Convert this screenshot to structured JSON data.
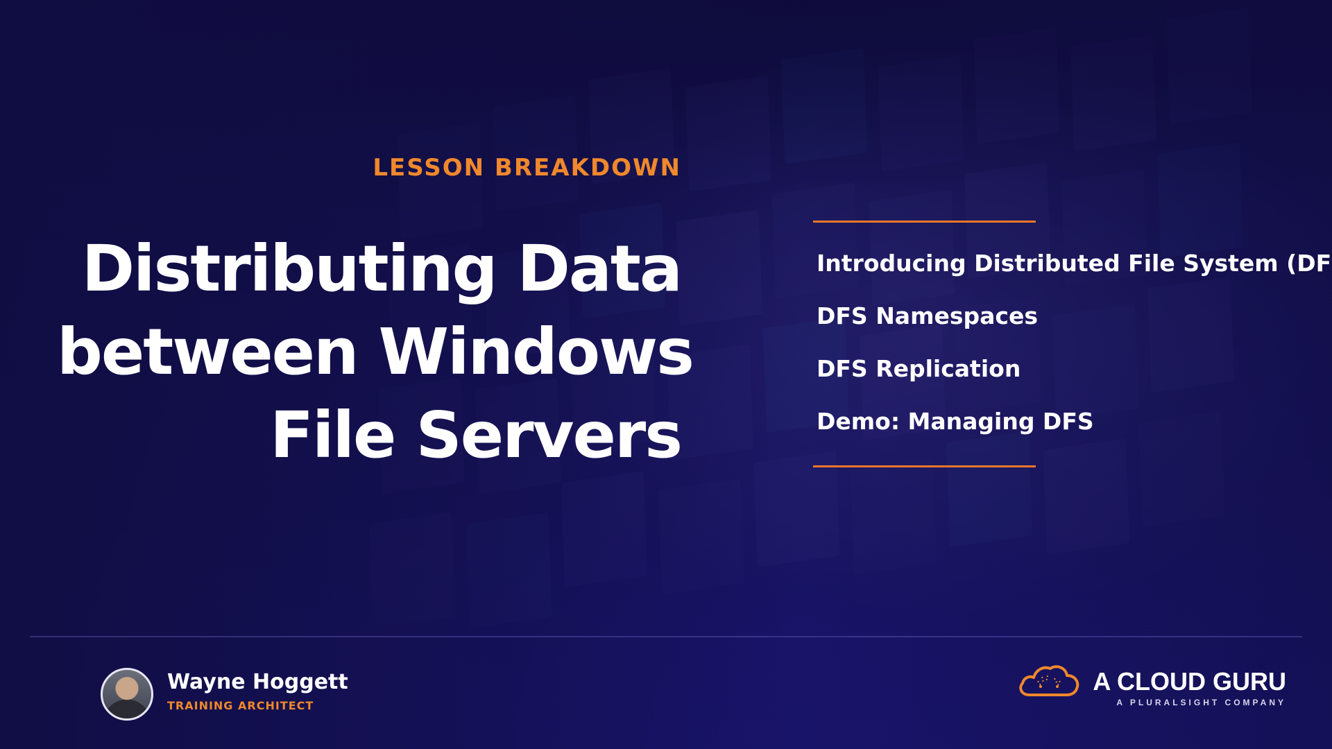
{
  "lesson": {
    "eyebrow": "LESSON BREAKDOWN",
    "title_lines": [
      "Distributing Data",
      "between Windows",
      "File Servers"
    ]
  },
  "topics": [
    "Introducing Distributed File System (DFS)",
    "DFS Namespaces",
    "DFS Replication",
    "Demo: Managing DFS"
  ],
  "presenter": {
    "name": "Wayne Hoggett",
    "role": "TRAINING ARCHITECT"
  },
  "brand": {
    "name": "A CLOUD GURU",
    "subtitle": "A PLURALSIGHT COMPANY",
    "logo_icon": "cloud-logo-icon"
  },
  "colors": {
    "accent": "#f0882c",
    "background": "#14114a",
    "text": "#ffffff"
  }
}
